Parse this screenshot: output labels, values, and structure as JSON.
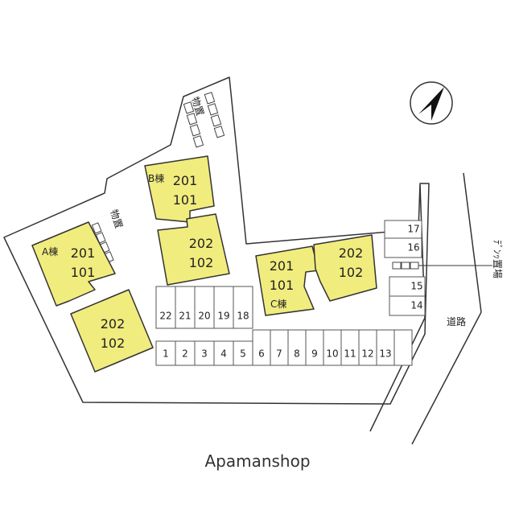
{
  "buildings": {
    "a": {
      "tag": "A棟",
      "upper": [
        "201",
        "101"
      ],
      "lower": [
        "202",
        "102"
      ]
    },
    "b": {
      "tag": "B棟",
      "upper": [
        "201",
        "101"
      ],
      "lower": [
        "202",
        "102"
      ]
    },
    "c": {
      "tag": "C棟",
      "left": [
        "201",
        "101"
      ],
      "right": [
        "202",
        "102"
      ]
    }
  },
  "storage_label": "物置",
  "bicycle_label": "ﾃﾞﾝｯ置場",
  "road_label": "道路",
  "parking": {
    "bottom_row": [
      "1",
      "2",
      "3",
      "4",
      "5",
      "6",
      "7",
      "8",
      "9",
      "10",
      "11",
      "12",
      "13"
    ],
    "upper_row": [
      "22",
      "21",
      "20",
      "19",
      "18"
    ],
    "right_upper": [
      "17",
      "16"
    ],
    "right_lower": [
      "15",
      "14"
    ]
  },
  "compass": "north-arrow-icon",
  "brand": "Apamanshop",
  "colors": {
    "building_fill": "#f1ec7e",
    "line": "#333333"
  }
}
